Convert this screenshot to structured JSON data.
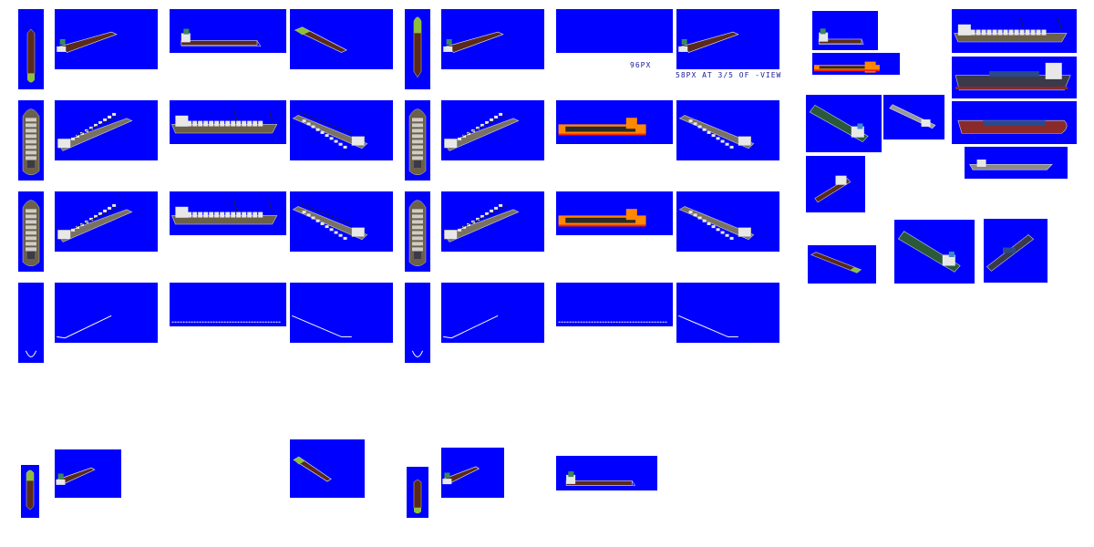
{
  "sheet": {
    "annotations": {
      "size_96": "96PX",
      "size_58": "58PX AT 3/5 OF -VIEW"
    },
    "colors": {
      "background": "#ffffff",
      "sprite_background": "#0000ff",
      "hull_dark": "#3a3a4a",
      "deck_brown": "#5a2a1a",
      "bow_green": "#8fbf3a",
      "cabin_white": "#e8e8e8",
      "funnel_green": "#3a8a5a",
      "hull_orange": "#ff8800",
      "hull_red": "#ff2200",
      "outline_white": "#ffffff"
    },
    "sprite_groups": [
      {
        "name": "oil-tanker-main",
        "variants": [
          "top",
          "diag-se",
          "side",
          "diag-sw"
        ]
      },
      {
        "name": "cargo-ship-loaded",
        "variants": [
          "top",
          "diag-se",
          "side",
          "diag-sw"
        ]
      },
      {
        "name": "cargo-ship-crane",
        "variants": [
          "top",
          "diag-se",
          "side",
          "diag-sw"
        ]
      },
      {
        "name": "wake-outline",
        "variants": [
          "top",
          "diag-se",
          "side",
          "diag-sw"
        ]
      },
      {
        "name": "barge-small",
        "variants": [
          "top",
          "diag-se",
          "diag-sw"
        ]
      }
    ],
    "misc_icons": [
      "tanker-preview",
      "orange-barge",
      "container-ship",
      "coaster",
      "tug",
      "bulk-barge",
      "freighter-large",
      "tanker-long"
    ]
  }
}
